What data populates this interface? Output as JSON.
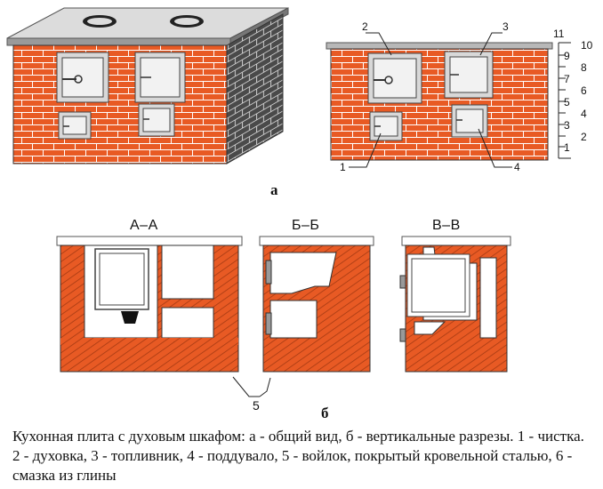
{
  "figure_a": {
    "label": "а",
    "callouts": {
      "c1": "1",
      "c2": "2",
      "c3": "3",
      "c4": "4"
    },
    "scale": [
      "11",
      "10",
      "9",
      "8",
      "7",
      "6",
      "5",
      "4",
      "3",
      "2",
      "1"
    ]
  },
  "figure_b": {
    "label": "б",
    "sections": {
      "aa": "А–А",
      "bb": "Б–Б",
      "vv": "В–В"
    },
    "felt_callout": "5"
  },
  "caption": "Кухонная плита с духовым шкафом: а - общий вид, б - вертикальные разрезы. 1 - чистка. 2 - духовка, 3 - топливник, 4 - поддувало, 5 - войлок, покрытый кровельной сталью, 6 - смазка из глины",
  "colors": {
    "brick": "#e85a24",
    "mortar": "#ffffff",
    "side": "#444444",
    "metal": "#cfcfcf",
    "door_frame": "#d8d8d8"
  }
}
